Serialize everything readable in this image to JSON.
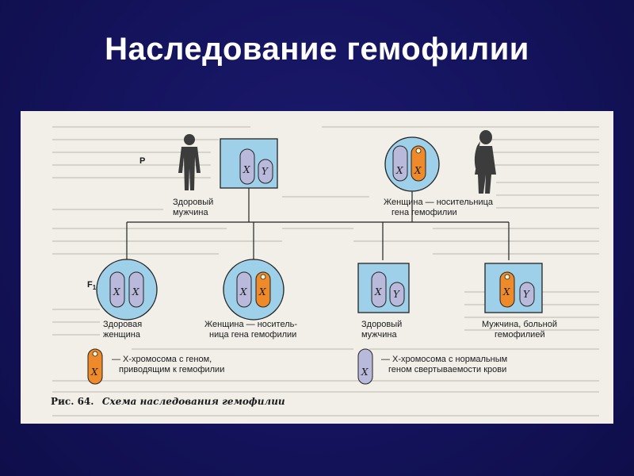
{
  "title": "Наследование гемофилии",
  "generations": {
    "parents": "P",
    "f1": "F",
    "f1_sub": "1"
  },
  "chromosome_letters": {
    "x": "X",
    "y": "Y"
  },
  "parents": {
    "father_label": [
      "Здоровый",
      "мужчина"
    ],
    "mother_label": [
      "Женщина — носительница",
      "гена гемофилии"
    ]
  },
  "children": [
    {
      "label": [
        "Здоровая",
        "женщина"
      ]
    },
    {
      "label": [
        "Женщина — носитель-",
        "ница гена гемофилии"
      ]
    },
    {
      "label": [
        "Здоровый",
        "мужчина"
      ]
    },
    {
      "label": [
        "Мужчина, больной",
        "гемофилией"
      ]
    }
  ],
  "legend": {
    "hemophilia": [
      "— X-хромосома с геном,",
      "приводящим к гемофилии"
    ],
    "normal": [
      "— X-хромосома с нормальным",
      "геном свертываемости крови"
    ]
  },
  "caption": {
    "number": "Рис. 64.",
    "text": "Схема наследования гемофилии"
  },
  "colors": {
    "slide_bg": "#14135c",
    "cell_fill": "#9fd0ea",
    "normal_chromosome": "#b9b9dc",
    "hemophilia_chromosome": "#ef8a2a"
  }
}
